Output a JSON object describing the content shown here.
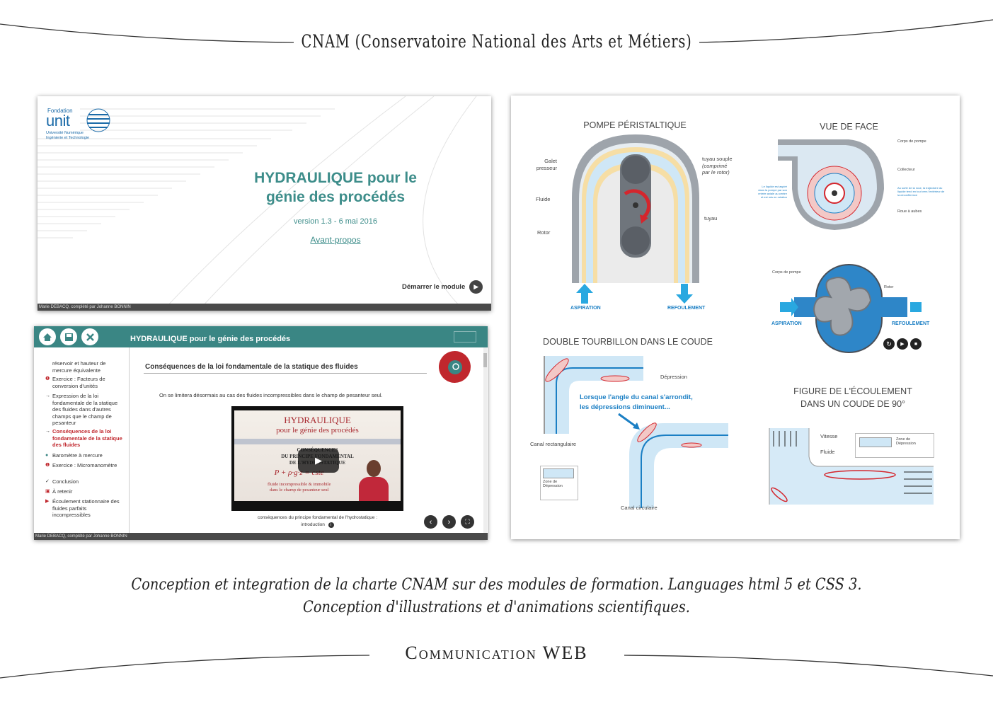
{
  "header": {
    "title": "CNAM (Conservatoire National des Arts et Métiers)"
  },
  "card_start": {
    "logo_top": "Fondation",
    "logo_main": "unit",
    "logo_sub1": "Université Numérique",
    "logo_sub2": "Ingénierie et Technologie",
    "title_line1": "HYDRAULIQUE pour le",
    "title_line2": "génie des procédés",
    "version": "version 1.3 - 6 mai 2016",
    "link": "Avant-propos",
    "start_label": "Démarrer le module",
    "footer": "Marie DEBACQ, complété par Johanne BONNIN"
  },
  "card_module": {
    "header_title": "HYDRAULIQUE pour le génie des procédés",
    "section_title": "Conséquences de la loi fondamentale de la statique des fluides",
    "intro": "On se limitera désormais au cas des fluides incompressibles dans le champ de pesanteur seul.",
    "sidebar": [
      {
        "mark": "",
        "label": "réservoir et hauteur de mercure équivalente"
      },
      {
        "mark": "❶",
        "label": "Exercice : Facteurs de conversion d'unités"
      },
      {
        "mark": "→",
        "label": "Expression de la loi fondamentale de la statique des fluides dans d'autres champs que le champ de pesanteur"
      },
      {
        "mark": "→",
        "label": "Conséquences de la loi fondamentale de la statique des fluides"
      },
      {
        "mark": "●",
        "label": "Baromètre à mercure"
      },
      {
        "mark": "❶",
        "label": "Exercice : Micromanomètre"
      },
      {
        "mark": "✓",
        "label": "Conclusion"
      },
      {
        "mark": "▣",
        "label": "À retenir"
      },
      {
        "mark": "▶",
        "label": "Écoulement stationnaire des fluides parfaits incompressibles"
      }
    ],
    "video": {
      "title1": "HYDRAULIQUE",
      "title2": "pour le génie des procédés",
      "sub1": "CONSÉQUENCES",
      "sub2": "DU PRINCIPE FONDAMENTAL",
      "sub3": "DE L'HYDROSTATIQUE",
      "formula": "P + ρ·g·z = cste",
      "note1": "fluide incompressible & immobile",
      "note2": "dans le champ de pesanteur seul"
    },
    "video_caption1": "conséquences du principe fondamental de l'hydrostatique :",
    "video_caption2": "introduction",
    "footer": "Marie DEBACQ, complété par Johanne BONNIN"
  },
  "card_diagrams": {
    "pump_title": "POMPE PÉRISTALTIQUE",
    "pump_labels": {
      "galet": "Galet presseur",
      "fluide": "Fluide",
      "rotor": "Rotor",
      "tuyau_souple": "tuyau souple",
      "comprime1": "(comprimé",
      "comprime2": "par le rotor)",
      "tuyau": "tuyau",
      "aspiration": "ASPIRATION",
      "refoulement": "REFOULEMENT"
    },
    "face_title": "VUE DE FACE",
    "face_labels": {
      "corps": "Corps de pompe",
      "collecteur": "Collecteur",
      "roue": "Roue à aubes",
      "left_note": "Le liquide est aspiré dans la pompe par son entrée axiale au centre et est mis en rotation",
      "right_note": "Au sortir de la roue, la trajectoire du liquide tend en tout vers l'extérieur de la circonférence"
    },
    "lobe_labels": {
      "corps": "Corps de pompe",
      "rotor": "Rotor",
      "aspiration": "ASPIRATION",
      "refoulement": "REFOULEMENT"
    },
    "tourbillon_title": "DOUBLE TOURBILLON DANS LE COUDE",
    "tourbillon_labels": {
      "depression": "Dépression",
      "note1": "Lorsque l'angle du canal s'arrondit,",
      "note2": "les dépressions diminuent...",
      "rect": "Canal rectangulaire",
      "circ": "Canal circulaire",
      "zone1": "Zone de",
      "zone2": "Dépression"
    },
    "ecoulement_title1": "FIGURE DE L'ÉCOULEMENT",
    "ecoulement_title2": "DANS UN COUDE DE 90°",
    "ecoulement_labels": {
      "vitesse": "Vitesse",
      "fluide": "Fluide",
      "zone1": "Zone de",
      "zone2": "Dépression"
    }
  },
  "caption": {
    "line1": "Conception et integration de la charte CNAM sur des modules de formation. Languages html 5 et CSS 3.",
    "line2": "Conception d'illustrations et d'animations scientifiques."
  },
  "footer": {
    "title": "Communication WEB"
  },
  "colors": {
    "teal": "#3a8684",
    "accent_red": "#c0272d",
    "diagram_blue": "#1b7fc4"
  }
}
